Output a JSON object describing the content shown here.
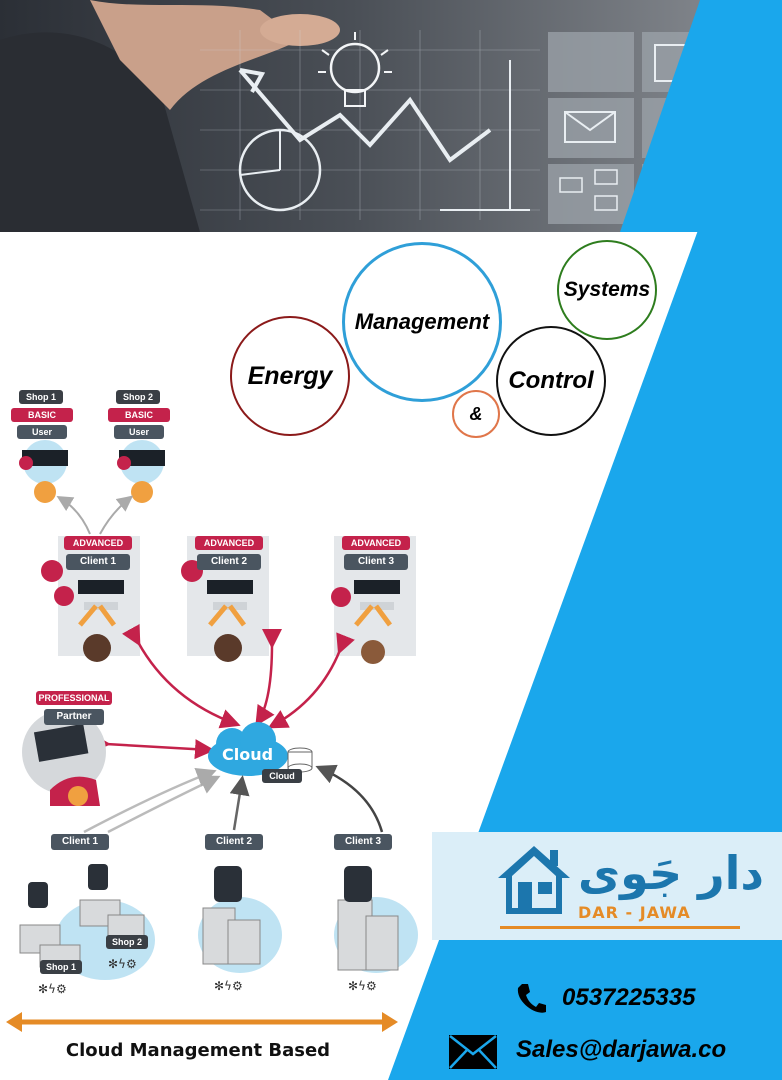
{
  "circles": {
    "energy": "Energy",
    "management": "Management",
    "systems": "Systems",
    "control": "Control",
    "ampersand": "&"
  },
  "top_users": [
    {
      "shop": "Shop 1",
      "tier": "BASIC",
      "role": "User"
    },
    {
      "shop": "Shop 2",
      "tier": "BASIC",
      "role": "User"
    }
  ],
  "advanced_clients": [
    {
      "tier": "ADVANCED",
      "label": "Client 1"
    },
    {
      "tier": "ADVANCED",
      "label": "Client 2"
    },
    {
      "tier": "ADVANCED",
      "label": "Client 3"
    }
  ],
  "partner": {
    "tier": "PROFESSIONAL",
    "label": "Partner"
  },
  "cloud": {
    "title": "Cloud",
    "badge": "Cloud"
  },
  "bottom_clients": [
    {
      "label": "Client 1",
      "shops": [
        "Shop 1",
        "Shop 2"
      ]
    },
    {
      "label": "Client 2"
    },
    {
      "label": "Client 3"
    }
  ],
  "footer": {
    "label": "Cloud Management Based"
  },
  "logo": {
    "arabic": "دار جَوى",
    "latin": "DAR - JAWA"
  },
  "contact": {
    "phone": "0537225335",
    "email": "Sales@darjawa.co"
  },
  "colors": {
    "blue": "#1aa7ec",
    "red": "#c4224b",
    "orange": "#e58b26",
    "circle_red": "#8b1a1a",
    "circle_blue": "#2f9fd8",
    "circle_green": "#2e7d1e",
    "circle_orange": "#e0764a"
  }
}
